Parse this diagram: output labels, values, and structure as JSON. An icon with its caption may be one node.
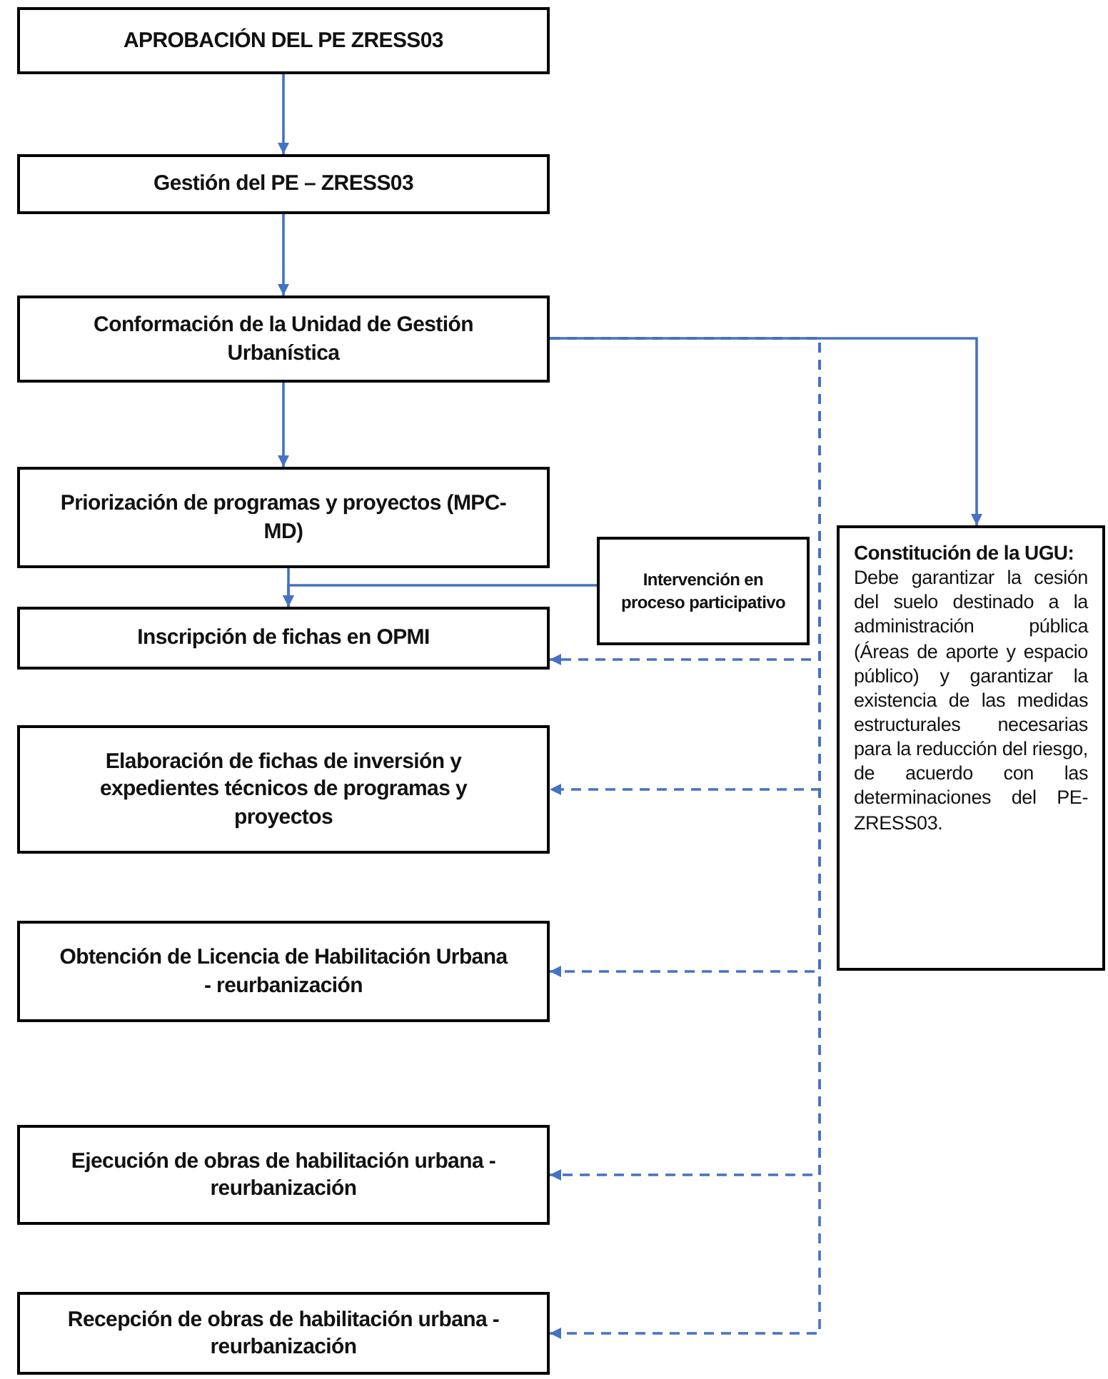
{
  "diagram": {
    "nodes": [
      {
        "text": [
          "APROBACIÓN DEL PE ZRESS03"
        ]
      },
      {
        "text": [
          "Gestión del PE – ZRESS03"
        ]
      },
      {
        "text": [
          "Conformación de la Unidad de Gestión Urbanística"
        ]
      },
      {
        "text": [
          "Priorización de programas y proyectos (MPC-MD)"
        ]
      },
      {
        "text": [
          "Intervención en proceso participativo"
        ]
      },
      {
        "text": [
          "Inscripción de fichas en OPMI"
        ]
      },
      {
        "text": [
          "Elaboración de fichas de inversión y expedientes técnicos de programas y proyectos"
        ]
      },
      {
        "text": [
          "Obtención de Licencia de Habilitación Urbana - reurbanización"
        ]
      },
      {
        "text": [
          "Ejecución de obras de habilitación urbana - reurbanización"
        ]
      },
      {
        "text": [
          "Recepción de obras de habilitación urbana - reurbanización"
        ]
      },
      {
        "text": [
          "Constitución de la UGU:",
          "Debe garantizar la cesión del suelo destinado a la administración pública (Áreas de aporte y espacio público) y garantizar la existencia de las medidas estructurales necesarias para la reducción del riesgo, de acuerdo con las determinaciones del PE-ZRESS03."
        ]
      }
    ],
    "edges": [
      {
        "from": 0,
        "to": 1,
        "arrow": "to"
      },
      {
        "from": 1,
        "to": 2,
        "arrow": "to"
      },
      {
        "from": 2,
        "to": 3,
        "arrow": "to"
      },
      {
        "from": 3,
        "to": 5,
        "arrow": "to"
      },
      {
        "from": 4,
        "to": 5,
        "arrow": "to"
      },
      {
        "from": 2,
        "to": 10,
        "arrow": "to"
      },
      {
        "from": 2,
        "to": 5,
        "arrow": "to",
        "style": "dashed"
      },
      {
        "from": 2,
        "to": 6,
        "arrow": "to",
        "style": "dashed"
      },
      {
        "from": 2,
        "to": 7,
        "arrow": "to",
        "style": "dashed"
      },
      {
        "from": 2,
        "to": 8,
        "arrow": "to",
        "style": "dashed"
      },
      {
        "from": 2,
        "to": 9,
        "arrow": "to",
        "style": "dashed"
      }
    ]
  }
}
